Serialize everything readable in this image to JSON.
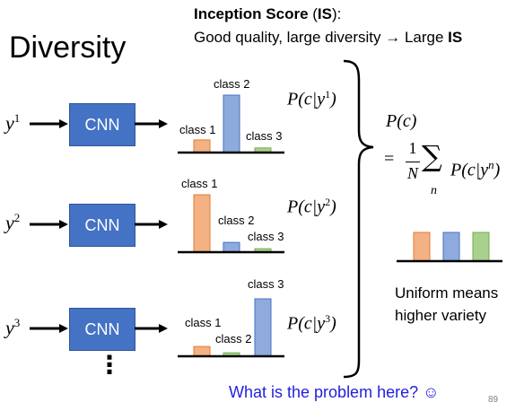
{
  "header": {
    "line1_bold": "Inception Score",
    "line1_plain_open": " (",
    "line1_bold_abbrev": "IS",
    "line1_plain_close": "):",
    "line2_plain": "Good quality, large diversity → Large ",
    "line2_bold": "IS"
  },
  "title": "Diversity",
  "rows": [
    {
      "input_base": "y",
      "input_sup": "1",
      "cnn_label": "CNN",
      "prob_label": "P(c|y",
      "prob_sup": "1",
      "prob_close": ")",
      "bars": [
        {
          "label": "class 1",
          "value": 0.22,
          "color": "#f4b183",
          "stroke": "#e07b39"
        },
        {
          "label": "class 2",
          "value": 1.0,
          "color": "#8faadc",
          "stroke": "#4472c4"
        },
        {
          "label": "class 3",
          "value": 0.08,
          "color": "#a9d18e",
          "stroke": "#70ad47"
        }
      ]
    },
    {
      "input_base": "y",
      "input_sup": "2",
      "cnn_label": "CNN",
      "prob_label": "P(c|y",
      "prob_sup": "2",
      "prob_close": ")",
      "bars": [
        {
          "label": "class 1",
          "value": 1.0,
          "color": "#f4b183",
          "stroke": "#e07b39"
        },
        {
          "label": "class 2",
          "value": 0.17,
          "color": "#8faadc",
          "stroke": "#4472c4"
        },
        {
          "label": "class 3",
          "value": 0.06,
          "color": "#a9d18e",
          "stroke": "#70ad47"
        }
      ]
    },
    {
      "input_base": "y",
      "input_sup": "3",
      "cnn_label": "CNN",
      "prob_label": "P(c|y",
      "prob_sup": "3",
      "prob_close": ")",
      "bars": [
        {
          "label": "class 1",
          "value": 0.17,
          "color": "#f4b183",
          "stroke": "#e07b39"
        },
        {
          "label": "class 2",
          "value": 0.06,
          "color": "#a9d18e",
          "stroke": "#70ad47"
        },
        {
          "label": "class 3",
          "value": 1.0,
          "color": "#8faadc",
          "stroke": "#4472c4"
        }
      ]
    }
  ],
  "ellipsis": "⋮",
  "formula": {
    "pc": "P(c)",
    "eq": "=",
    "frac_num": "1",
    "frac_den": "N",
    "sigma": "∑",
    "sigma_sub": "n",
    "term": "P(c|y",
    "term_sup": "n",
    "term_close": ")"
  },
  "uniform_bars": [
    {
      "value": 1.0,
      "color": "#f4b183",
      "stroke": "#e07b39"
    },
    {
      "value": 1.0,
      "color": "#8faadc",
      "stroke": "#4472c4"
    },
    {
      "value": 1.0,
      "color": "#a9d18e",
      "stroke": "#70ad47"
    }
  ],
  "uniform_text": {
    "line1": "Uniform means",
    "line2": "higher variety"
  },
  "question": "What is the problem here? ☺",
  "page_number": "89"
}
